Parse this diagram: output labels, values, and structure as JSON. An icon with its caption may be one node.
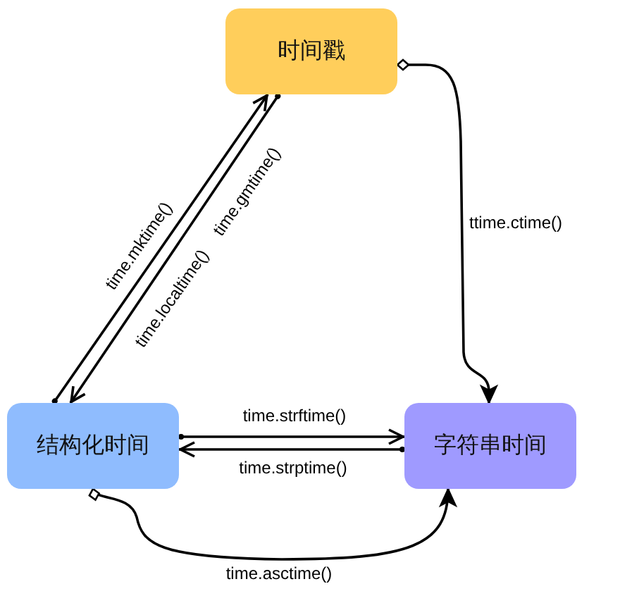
{
  "diagram": {
    "nodes": [
      {
        "text": [
          "时间戳"
        ]
      },
      {
        "text": [
          "结构化时间"
        ]
      },
      {
        "text": [
          "字符串时间"
        ]
      }
    ],
    "edges": [
      {
        "from": 1,
        "to": 0,
        "arrow": "to",
        "label": "time.mktime()"
      },
      {
        "from": 0,
        "to": 1,
        "arrow": "to",
        "label": "time.localtime() time.gmtime()"
      },
      {
        "from": 0,
        "to": 2,
        "arrow": "to",
        "label": "ttime.ctime()"
      },
      {
        "from": 1,
        "to": 2,
        "arrow": "to",
        "label": "time.strftime()"
      },
      {
        "from": 2,
        "to": 1,
        "arrow": "to",
        "label": "time.strptime()"
      },
      {
        "from": 1,
        "to": 2,
        "arrow": "to",
        "label": "time.asctime()"
      }
    ]
  }
}
